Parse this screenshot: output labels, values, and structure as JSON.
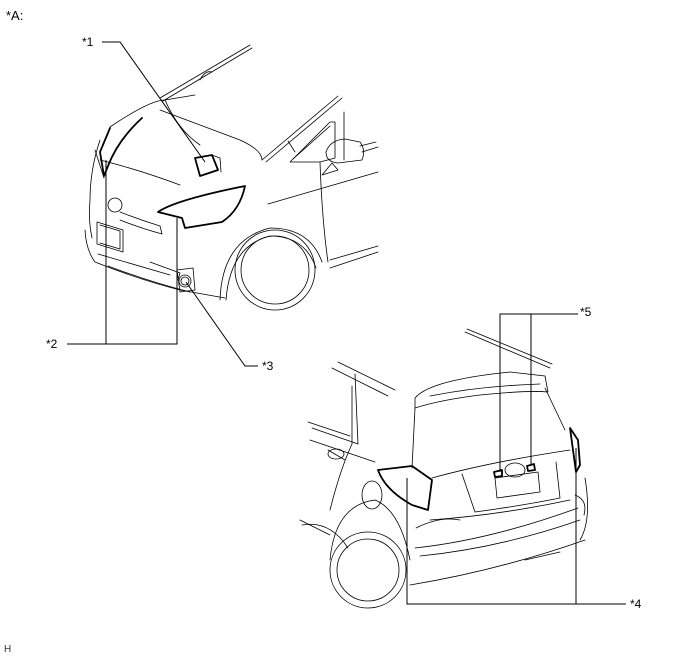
{
  "diagram": {
    "view_label": "*A:",
    "footer_code": "H",
    "callouts": [
      {
        "id": "1",
        "text": "*1"
      },
      {
        "id": "2",
        "text": "*2"
      },
      {
        "id": "3",
        "text": "*3"
      },
      {
        "id": "4",
        "text": "*4"
      },
      {
        "id": "5",
        "text": "*5"
      }
    ],
    "views": [
      {
        "name": "front-left vehicle view"
      },
      {
        "name": "rear-left vehicle view"
      }
    ]
  }
}
